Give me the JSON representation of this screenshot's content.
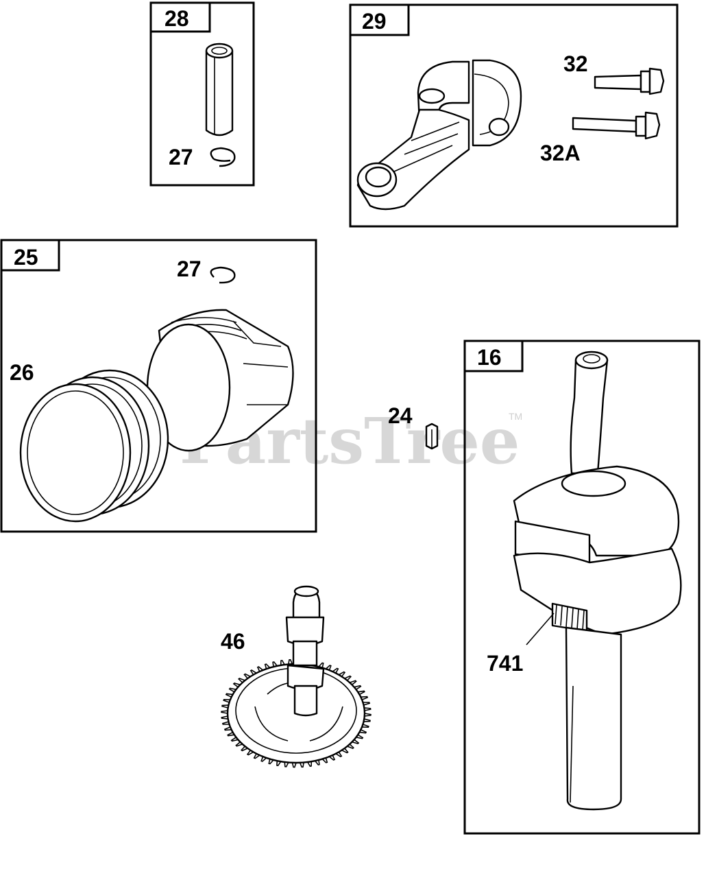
{
  "watermark": {
    "text": "PartsTree",
    "trademark": "TM"
  },
  "boxes": {
    "box_28": {
      "number": "28"
    },
    "box_29": {
      "number": "29"
    },
    "box_25": {
      "number": "25"
    },
    "box_16": {
      "number": "16"
    }
  },
  "callouts": {
    "pin_clip_top": "27",
    "bolt_32": "32",
    "bolt_32a": "32A",
    "clip_27": "27",
    "rings_26": "26",
    "key_24": "24",
    "camshaft_46": "46",
    "gear_741": "741"
  }
}
